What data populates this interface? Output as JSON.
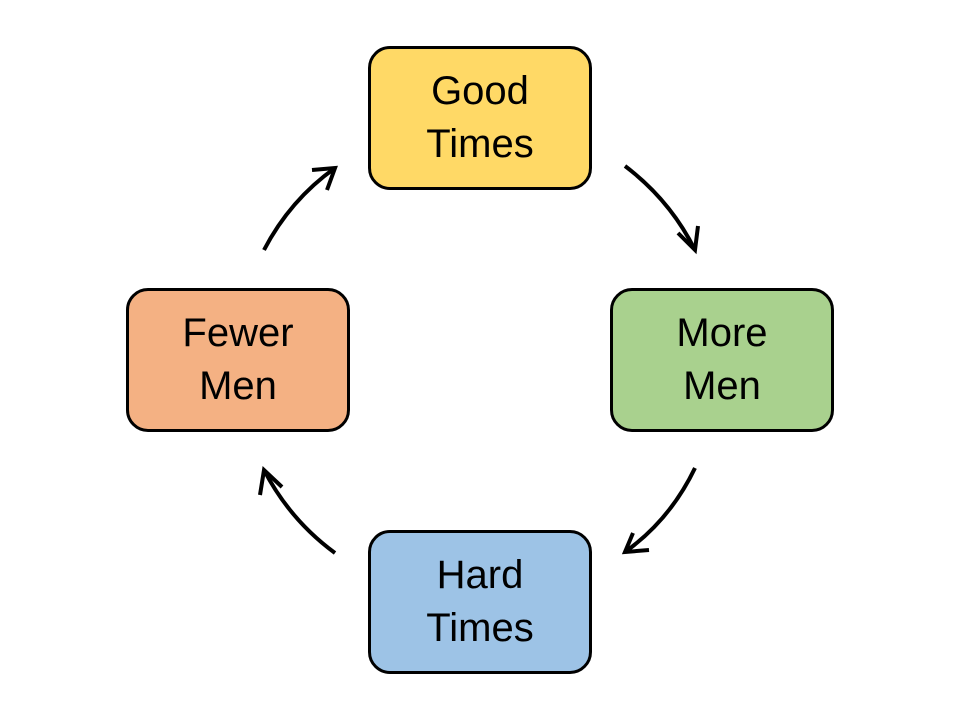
{
  "diagram": {
    "type": "cycle",
    "nodes": [
      {
        "id": "good",
        "label": "Good\nTimes",
        "color": "#FFD966"
      },
      {
        "id": "more",
        "label": "More\nMen",
        "color": "#A9D18E"
      },
      {
        "id": "hard",
        "label": "Hard\nTimes",
        "color": "#9DC3E6"
      },
      {
        "id": "fewer",
        "label": "Fewer\nMen",
        "color": "#F4B183"
      }
    ],
    "edges": [
      {
        "from": "good",
        "to": "more"
      },
      {
        "from": "more",
        "to": "hard"
      },
      {
        "from": "hard",
        "to": "fewer"
      },
      {
        "from": "fewer",
        "to": "good"
      }
    ],
    "colors": {
      "border": "#000000",
      "arrow": "#000000",
      "background": "#FFFFFF"
    }
  }
}
